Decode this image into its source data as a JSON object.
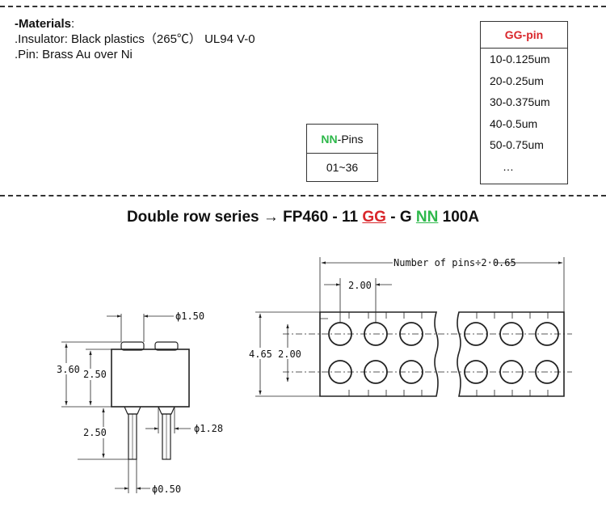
{
  "materials": {
    "heading": "-Materials",
    "heading_colon": ":",
    "insulator": ".Insulator: Black plastics（265℃） UL94 V-0",
    "pin": ".Pin: Brass Au over Ni"
  },
  "nn_table": {
    "header_nn": "NN",
    "header_rest": "-Pins",
    "value": "01~36"
  },
  "gg_table": {
    "header": "GG-pin",
    "rows": [
      "10-0.125um",
      "20-0.25um",
      "30-0.375um",
      "40-0.5um",
      "50-0.75um",
      "…"
    ]
  },
  "series": {
    "prefix": "Double row series → FP460 - 11 ",
    "gg": "GG",
    "mid": " - G ",
    "nn": "NN",
    "suffix": " 100A"
  },
  "colors": {
    "gg": "#d9262b",
    "nn": "#2db84a",
    "line": "#333333"
  },
  "drawing": {
    "side_view": {
      "dim_phi150": "ϕ1.50",
      "dim_360": "3.60",
      "dim_250_body": "2.50",
      "dim_phi128": "ϕ1.28",
      "dim_250_pin": "2.50",
      "dim_phi050": "ϕ0.50"
    },
    "top_view": {
      "dim_total": "Number of pins÷2·0.65",
      "dim_pitch": "2.00",
      "dim_height": "4.65",
      "dim_row": "2.00"
    }
  }
}
